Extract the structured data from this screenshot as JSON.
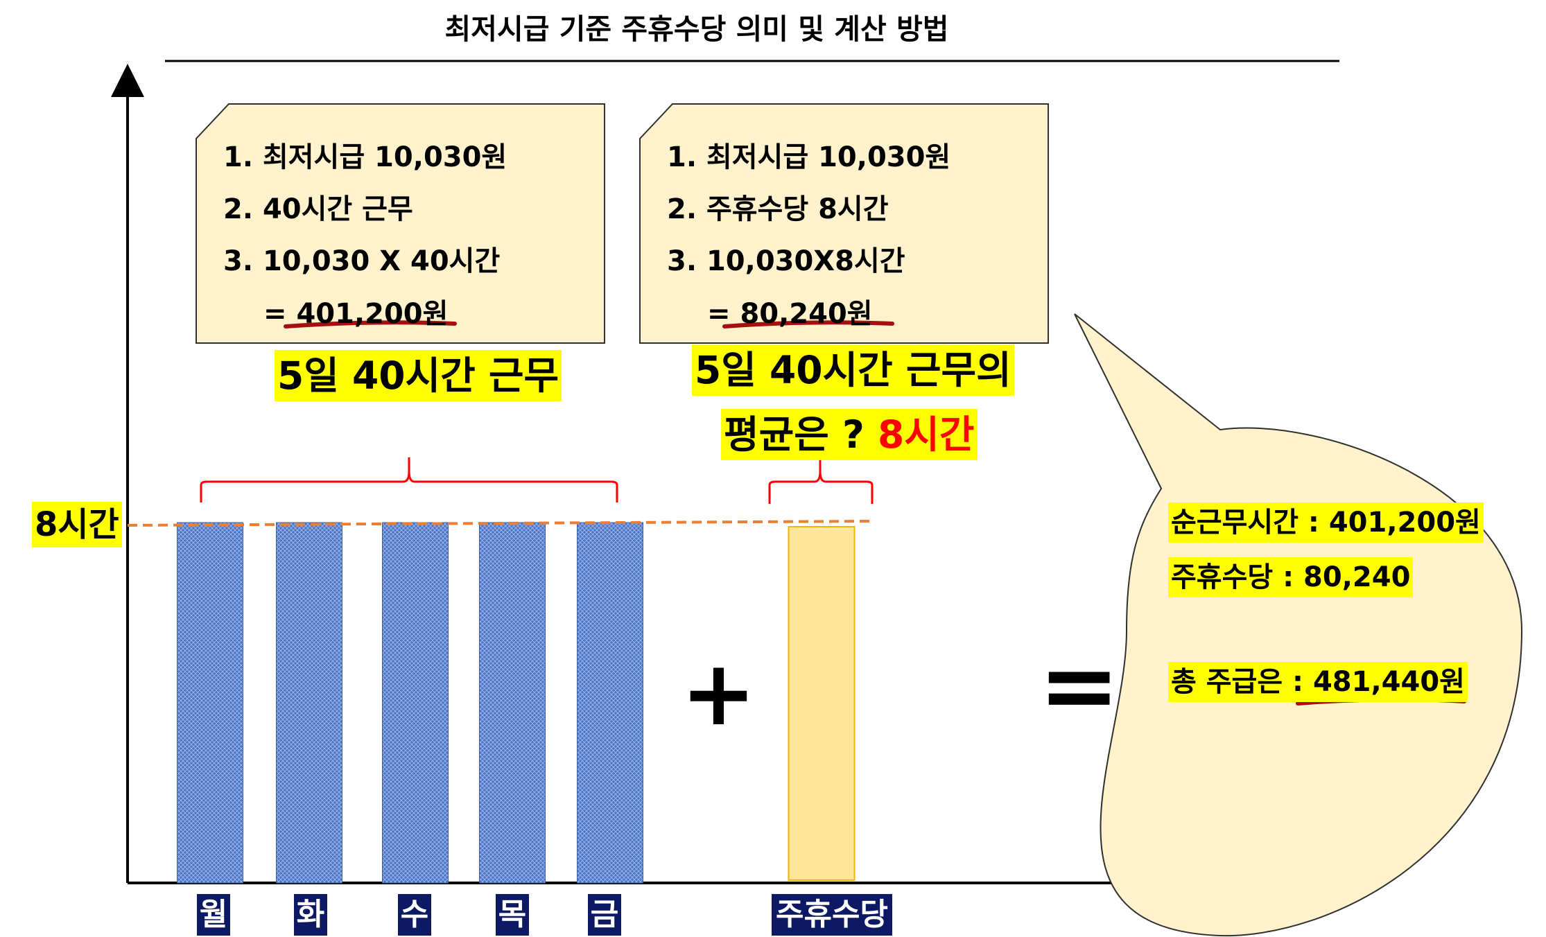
{
  "title": "최저시급 기준 주휴수당 의미 및 계산 방법",
  "note_left": {
    "line1": "1.  최저시급 10,030원",
    "line2": "2.  40시간 근무",
    "line3": "3.  10,030 X 40시간",
    "line4": "=  401,200원"
  },
  "note_right": {
    "line1": "1.  최저시급 10,030원",
    "line2": "2.  주휴수당 8시간",
    "line3": "3.  10,030X8시간",
    "line4": "=  80,240원"
  },
  "label_workweek": "5일 40시간 근무",
  "label_avg_line1": "5일 40시간 근무의",
  "label_avg_line2_prefix": "평균은 ? ",
  "label_avg_line2_value": "8시간",
  "y_reference_label": "8시간",
  "plus_sign": "+",
  "equals_sign": "=",
  "summary": {
    "line1": "순근무시간 : 401,200원",
    "line2": "주휴수당 : 80,240",
    "line3": "총 주급은 : 481,440원"
  },
  "colors": {
    "work_bar": "#4472c4",
    "holiday_bar": "#ffe699",
    "highlight": "#ffff00",
    "note_fill": "#fff2cc",
    "reference_line": "#ed7d31",
    "underline": "#a50f12",
    "day_label_bg": "#0d1a63"
  },
  "chart_data": {
    "type": "bar",
    "categories": [
      "월",
      "화",
      "수",
      "목",
      "금",
      "주휴수당"
    ],
    "values": [
      8,
      8,
      8,
      8,
      8,
      8
    ],
    "reference_line": 8,
    "reference_label": "8시간",
    "ylim": [
      0,
      10
    ]
  }
}
